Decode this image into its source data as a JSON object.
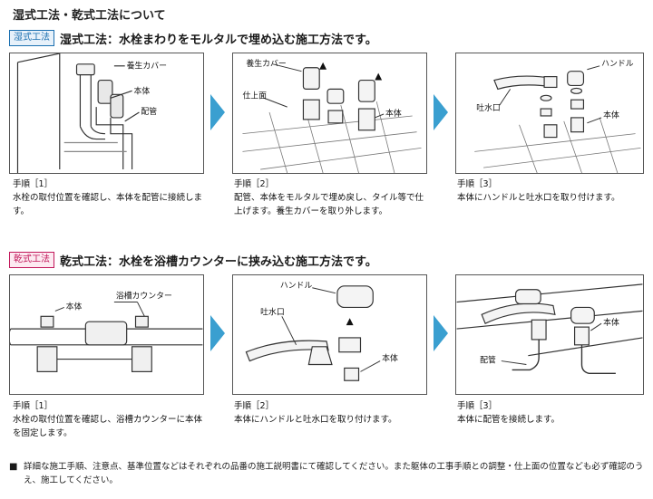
{
  "page_title": "湿式工法・乾式工法について",
  "wet": {
    "tag": "湿式工法",
    "title": "湿式工法：水栓まわりをモルタルで埋め込む施工方法です。",
    "panels": [
      {
        "labels": [
          "養生カバー",
          "本体",
          "配管"
        ]
      },
      {
        "labels": [
          "養生カバー",
          "仕上面",
          "本体"
        ]
      },
      {
        "labels": [
          "ハンドル",
          "吐水口",
          "本体"
        ]
      }
    ],
    "steps": [
      {
        "label": "手順［1］",
        "text": "水栓の取付位置を確認し、本体を配管に接続します。"
      },
      {
        "label": "手順［2］",
        "text": "配管、本体をモルタルで埋め戻し、タイル等で仕上げます。養生カバーを取り外します。"
      },
      {
        "label": "手順［3］",
        "text": "本体にハンドルと吐水口を取り付けます。"
      }
    ]
  },
  "dry": {
    "tag": "乾式工法",
    "title": "乾式工法：水栓を浴槽カウンターに挟み込む施工方法です。",
    "panels": [
      {
        "labels": [
          "本体",
          "浴槽カウンター"
        ]
      },
      {
        "labels": [
          "ハンドル",
          "吐水口",
          "本体"
        ]
      },
      {
        "labels": [
          "本体",
          "配管"
        ]
      }
    ],
    "steps": [
      {
        "label": "手順［1］",
        "text": "水栓の取付位置を確認し、浴槽カウンターに本体を固定します。"
      },
      {
        "label": "手順［2］",
        "text": "本体にハンドルと吐水口を取り付けます。"
      },
      {
        "label": "手順［3］",
        "text": "本体に配管を接続します。"
      }
    ]
  },
  "note": {
    "bullet": "■",
    "text": "詳細な施工手順、注意点、基準位置などはそれぞれの品番の施工説明書にて確認してください。また躯体の工事手順との調整・仕上面の位置なども必ず確認のうえ、施工してください。"
  },
  "colors": {
    "arrow": "#3a9fd0",
    "wet_tag": "#1a6fb0",
    "dry_tag": "#c2185b"
  }
}
